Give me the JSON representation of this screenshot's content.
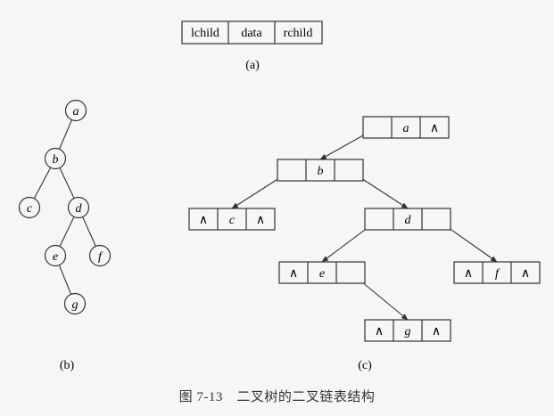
{
  "fields": [
    "lchild",
    "data",
    "rchild"
  ],
  "labels": {
    "a": "(a)",
    "b": "(b)",
    "c": "(c)"
  },
  "null_symbol": "∧",
  "tree": {
    "nodes": [
      "a",
      "b",
      "c",
      "d",
      "e",
      "f",
      "g"
    ],
    "edges": [
      [
        "a",
        "b"
      ],
      [
        "b",
        "c"
      ],
      [
        "b",
        "d"
      ],
      [
        "d",
        "e"
      ],
      [
        "d",
        "f"
      ],
      [
        "e",
        "g"
      ]
    ]
  },
  "linked": {
    "nodes": [
      {
        "id": "a",
        "left": "",
        "right": "∧"
      },
      {
        "id": "b",
        "left": "",
        "right": ""
      },
      {
        "id": "c",
        "left": "∧",
        "right": "∧"
      },
      {
        "id": "d",
        "left": "",
        "right": ""
      },
      {
        "id": "e",
        "left": "∧",
        "right": ""
      },
      {
        "id": "f",
        "left": "∧",
        "right": "∧"
      },
      {
        "id": "g",
        "left": "∧",
        "right": "∧"
      }
    ]
  },
  "caption": "图 7-13　二叉树的二叉链表结构"
}
